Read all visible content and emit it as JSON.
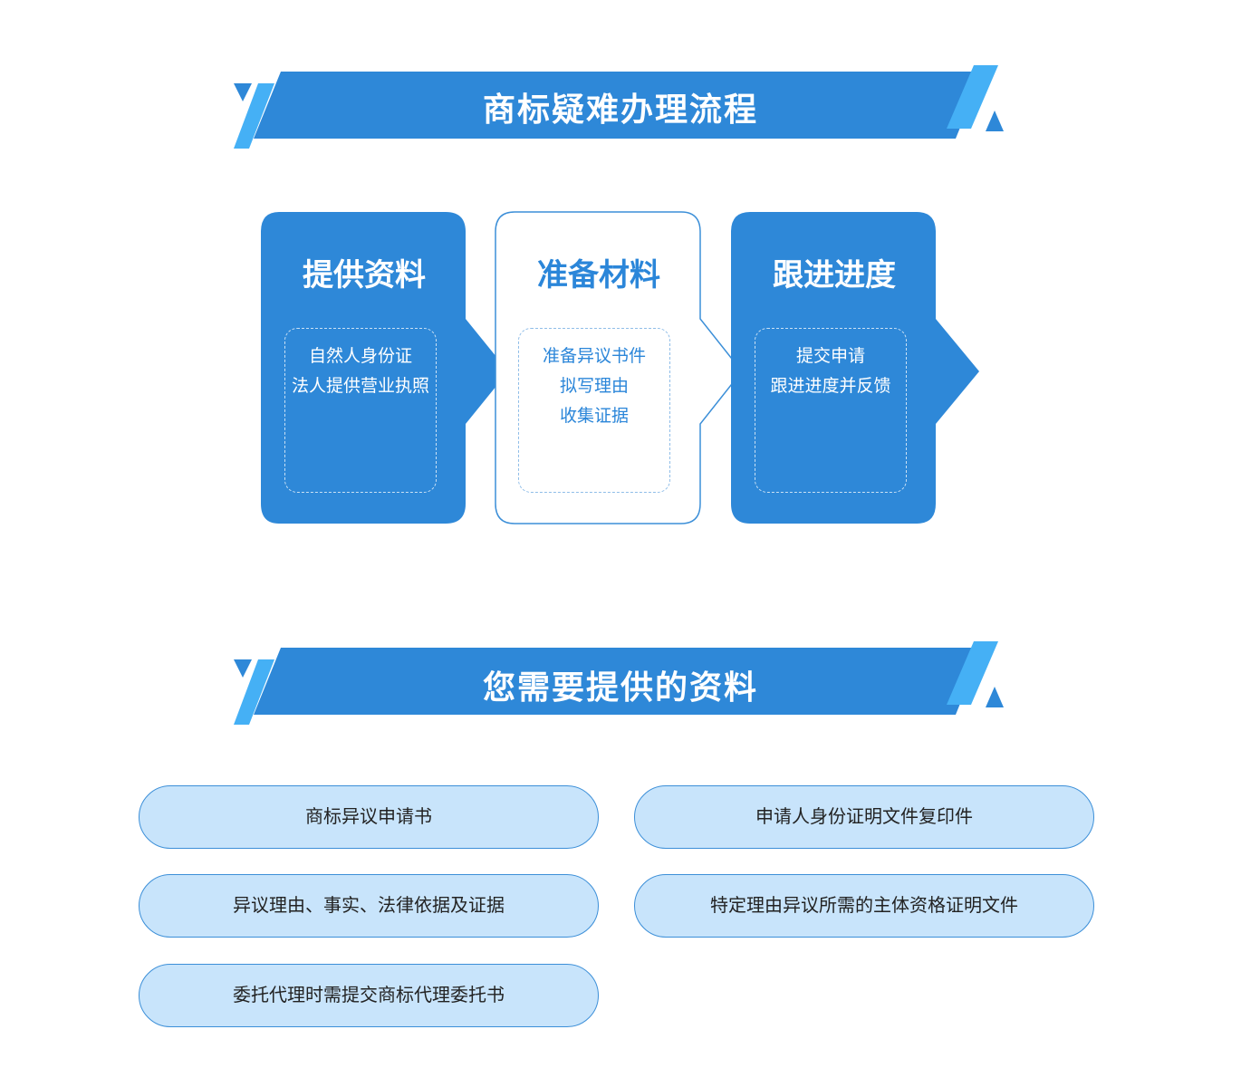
{
  "section1": {
    "title": "商标疑难办理流程"
  },
  "steps": [
    {
      "title": "提供资料",
      "lines": [
        "自然人身份证",
        "法人提供营业执照"
      ]
    },
    {
      "title": "准备材料",
      "lines": [
        "准备异议书件",
        "拟写理由",
        "收集证据"
      ]
    },
    {
      "title": "跟进进度",
      "lines": [
        "提交申请",
        "跟进进度并反馈"
      ]
    }
  ],
  "section2": {
    "title": "您需要提供的资料"
  },
  "materials": [
    "商标异议申请书",
    "申请人身份证明文件复印件",
    "异议理由、事实、法律依据及证据",
    "特定理由异议所需的主体资格证明文件",
    "委托代理时需提交商标代理委托书"
  ],
  "colors": {
    "primary": "#2e88d8",
    "accent": "#45b0f5",
    "pill_fill": "#c8e4fb",
    "pill_border": "#3c8fd8"
  }
}
